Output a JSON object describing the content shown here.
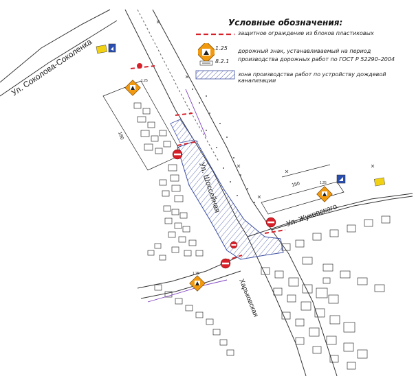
{
  "legend": {
    "title": "Условные обозначения:",
    "items": [
      {
        "key": "barrier",
        "text": "защитное ограждение из блоков пластиковых"
      },
      {
        "key": "sign",
        "text": "дорожный знак, устанавливаемый на период производства дорожных работ по ГОСТ Р 52290–2004",
        "sign_top": "1.25",
        "sign_bottom": "8.2.1"
      },
      {
        "key": "zone",
        "text": "зона производства работ по устройству дождевой канализации"
      }
    ]
  },
  "streets": {
    "sokolova": "Ул. Соколова-Соколенка",
    "shosseynaya": "Ул. Шоссейная",
    "zhukovskogo": "Ул. Жуковского",
    "kharkovskaya": "Харьковская"
  },
  "dimensions": {
    "d150": "150",
    "d180": "180"
  },
  "map_signs": [
    {
      "id": "warn-1",
      "type": "roadwork",
      "label": "1.25"
    },
    {
      "id": "warn-2",
      "type": "roadwork",
      "label": "1.25"
    },
    {
      "id": "warn-3",
      "type": "roadwork",
      "label": "1.25"
    },
    {
      "id": "noentry-1",
      "type": "no-entry"
    },
    {
      "id": "noentry-2",
      "type": "no-entry"
    },
    {
      "id": "noentry-3",
      "type": "no-entry"
    },
    {
      "id": "noentry-4",
      "type": "no-entry"
    }
  ],
  "colors": {
    "barrier": "#d8202a",
    "zone_stroke": "#3a4da0",
    "warning_fill": "#f29a0f",
    "blue_sign": "#2a4fb0",
    "yellow_sign": "#f2d012"
  }
}
